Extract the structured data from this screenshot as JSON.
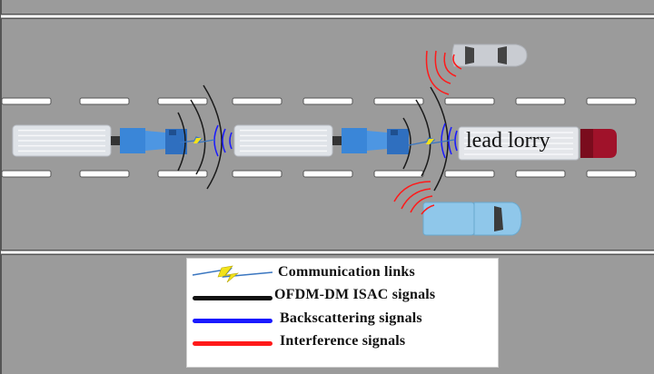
{
  "diagram": {
    "title": "Platoon ISAC scenario",
    "colors": {
      "road": "#9b9b9b",
      "lane_marking": "#ffffff",
      "communication_link": "#f2e21a",
      "ofdm_signal": "#111111",
      "backscatter_signal": "#1a1aff",
      "interference_signal": "#ff1a1a",
      "follower_cab": "#3a86d8",
      "lead_cab": "#a0122a",
      "other_car_top": "#c9ccd2",
      "other_car_bottom": "#8fc7ea"
    },
    "vehicles": [
      {
        "id": "follower-lorry-1",
        "label": "",
        "lane": "middle"
      },
      {
        "id": "follower-lorry-2",
        "label": "",
        "lane": "middle"
      },
      {
        "id": "lead-lorry",
        "label": "lead lorry",
        "lane": "middle"
      },
      {
        "id": "car-top",
        "label": "",
        "lane": "top"
      },
      {
        "id": "pickup-bottom",
        "label": "",
        "lane": "bottom"
      }
    ],
    "lead_lorry_label": "lead lorry"
  },
  "legend": {
    "items": [
      {
        "symbol": "lightning",
        "label": "Communication links"
      },
      {
        "symbol": "black-line",
        "label": "OFDM-DM ISAC signals"
      },
      {
        "symbol": "blue-line",
        "label": "Backscattering signals"
      },
      {
        "symbol": "red-line",
        "label": "Interference signals"
      }
    ]
  }
}
